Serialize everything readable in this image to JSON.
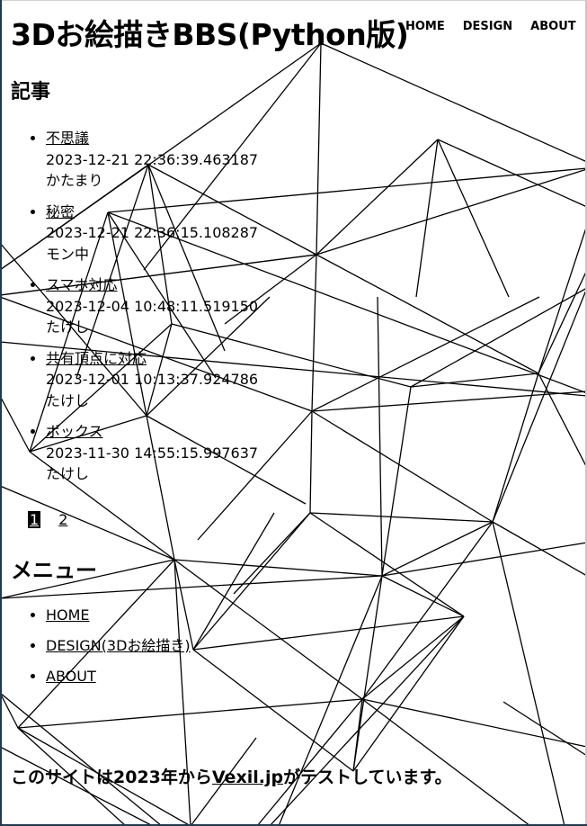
{
  "header": {
    "title": "3Dお絵描きBBS(Python版)",
    "nav": [
      {
        "label": "HOME"
      },
      {
        "label": "DESIGN"
      },
      {
        "label": "ABOUT"
      }
    ]
  },
  "articles": {
    "heading": "記事",
    "items": [
      {
        "title": "不思議",
        "datetime": "2023-12-21 22:36:39.463187",
        "author": "かたまり"
      },
      {
        "title": "秘密",
        "datetime": "2023-12-21 22:36:15.108287",
        "author": "モン中"
      },
      {
        "title": "スマホ対応",
        "datetime": "2023-12-04 10:48:11.519150",
        "author": "たけし"
      },
      {
        "title": "共有頂点に対応",
        "datetime": "2023-12-01 10:13:37.924786",
        "author": "たけし"
      },
      {
        "title": "ボックス",
        "datetime": "2023-11-30 14:55:15.997637",
        "author": "たけし"
      }
    ]
  },
  "pagination": {
    "current": "1",
    "pages": [
      "2"
    ]
  },
  "menu": {
    "heading": "メニュー",
    "items": [
      {
        "label": "HOME"
      },
      {
        "label": "DESIGN(3Dお絵描き)"
      },
      {
        "label": "ABOUT"
      }
    ]
  },
  "footer": {
    "prefix": "このサイトは2023年から",
    "link": "Vexil.jp",
    "suffix": "がテストしています。"
  },
  "colors": {
    "text": "#000000",
    "background": "#ffffff",
    "frame": "#1f3a52"
  }
}
